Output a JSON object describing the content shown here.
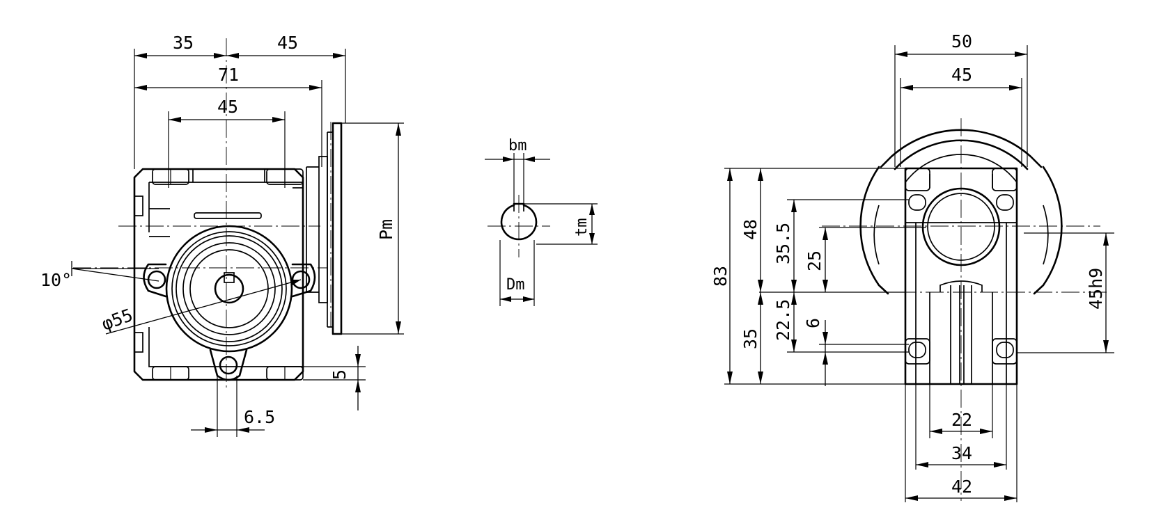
{
  "front_view": {
    "dim_left_width": "35",
    "dim_right_width": "45",
    "dim_overall_width": "71",
    "dim_mount_spacing": "45",
    "dim_flange_height": "Pm",
    "dim_angle": "10°",
    "dim_bolt_circle": "φ55",
    "dim_foot_offset": "6.5",
    "dim_foot_thickness": "5"
  },
  "keyway_section": {
    "dim_key_width": "bm",
    "dim_key_height": "tm",
    "dim_bore": "Dm"
  },
  "side_view": {
    "dim_outer_width": "50",
    "dim_inner_width": "45",
    "dim_total_height": "83",
    "dim_upper_height": "48",
    "dim_center_height": "35.5",
    "dim_bore_center": "25",
    "dim_lower_height": "35",
    "dim_lower_offset": "22.5",
    "dim_slot_height": "6",
    "dim_spigot": "45h9",
    "dim_hub_width": "22",
    "dim_foot_width": "34",
    "dim_base_width": "42"
  }
}
